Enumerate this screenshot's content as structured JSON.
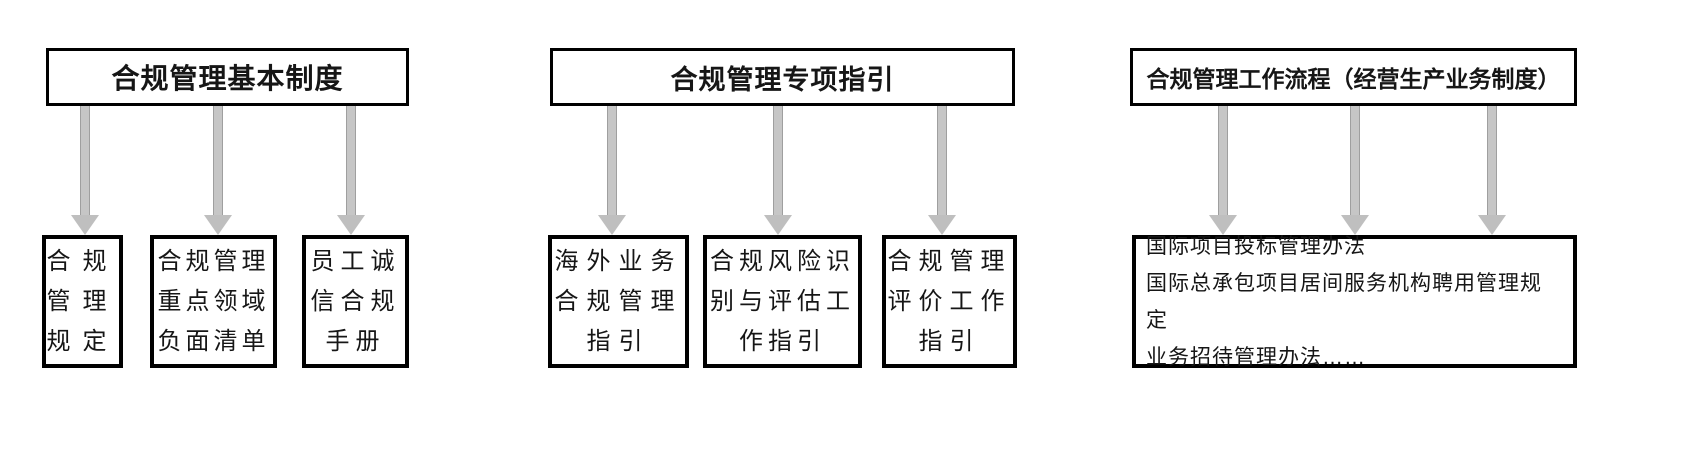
{
  "colors": {
    "background": "#ffffff",
    "box_border": "#000000",
    "text": "#161616",
    "arrow_fill": "#c6c6c6",
    "arrow_edge": "#9f9f9f"
  },
  "icons": {
    "down_arrow": "thick gray vertical arrow pointing down"
  },
  "groups": [
    {
      "header": "合规管理基本制度",
      "children": [
        "合规\n管理\n规定",
        "合规管理\n重点领域\n负面清单",
        "员工诚\n信合规\n手册"
      ]
    },
    {
      "header": "合规管理专项指引",
      "children": [
        "海外业务\n合规管理\n指引",
        "合规风险识\n别与评估工\n作指引",
        "合规管理\n评价工作\n指引"
      ]
    },
    {
      "header": "合规管理工作流程（经营生产业务制度）",
      "children": [
        "国际项目投标管理办法\n国际总承包项目居间服务机构聘用管理规定\n业务招待管理办法……"
      ]
    }
  ]
}
